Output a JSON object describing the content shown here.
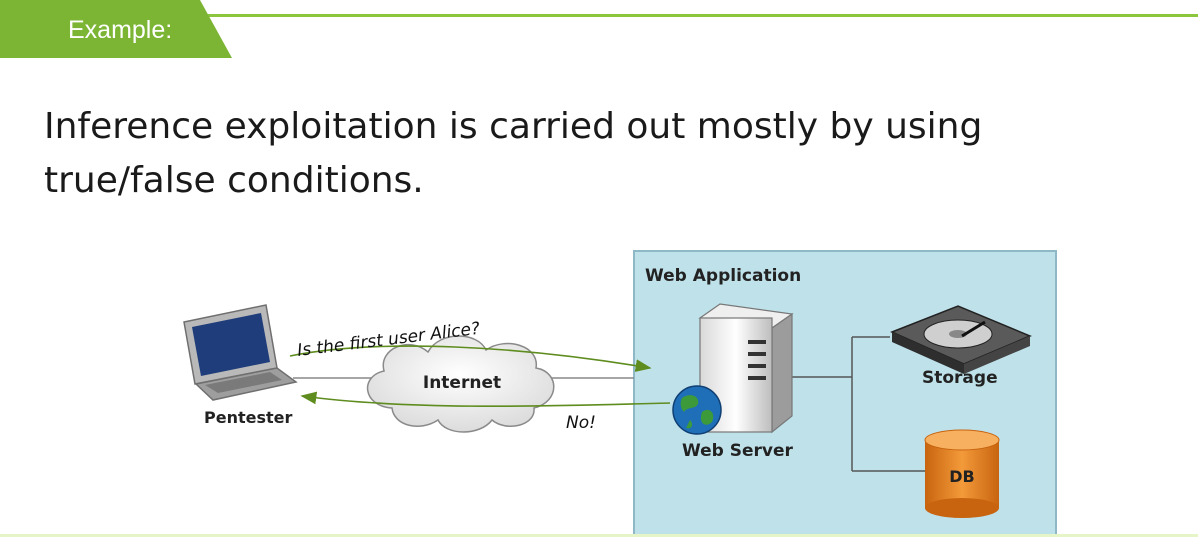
{
  "slide": {
    "heading_tab": "Example:",
    "body": "Inference exploitation is carried out mostly by using true/false conditions."
  },
  "diagram": {
    "pentester_label": "Pentester",
    "internet_label": "Internet",
    "request_text": "Is the first user Alice?",
    "response_text": "No!",
    "app_box_title": "Web Application",
    "web_server_label": "Web Server",
    "storage_label": "Storage",
    "db_label": "DB"
  },
  "colors": {
    "accent_green": "#7cb534",
    "arrow_green": "#5e8c1e",
    "app_box_fill": "#bfe1ea",
    "db_orange": "#e07c1c"
  },
  "icons": [
    "laptop-icon",
    "cloud-icon",
    "server-icon",
    "globe-icon",
    "hard-drive-icon",
    "database-icon"
  ]
}
